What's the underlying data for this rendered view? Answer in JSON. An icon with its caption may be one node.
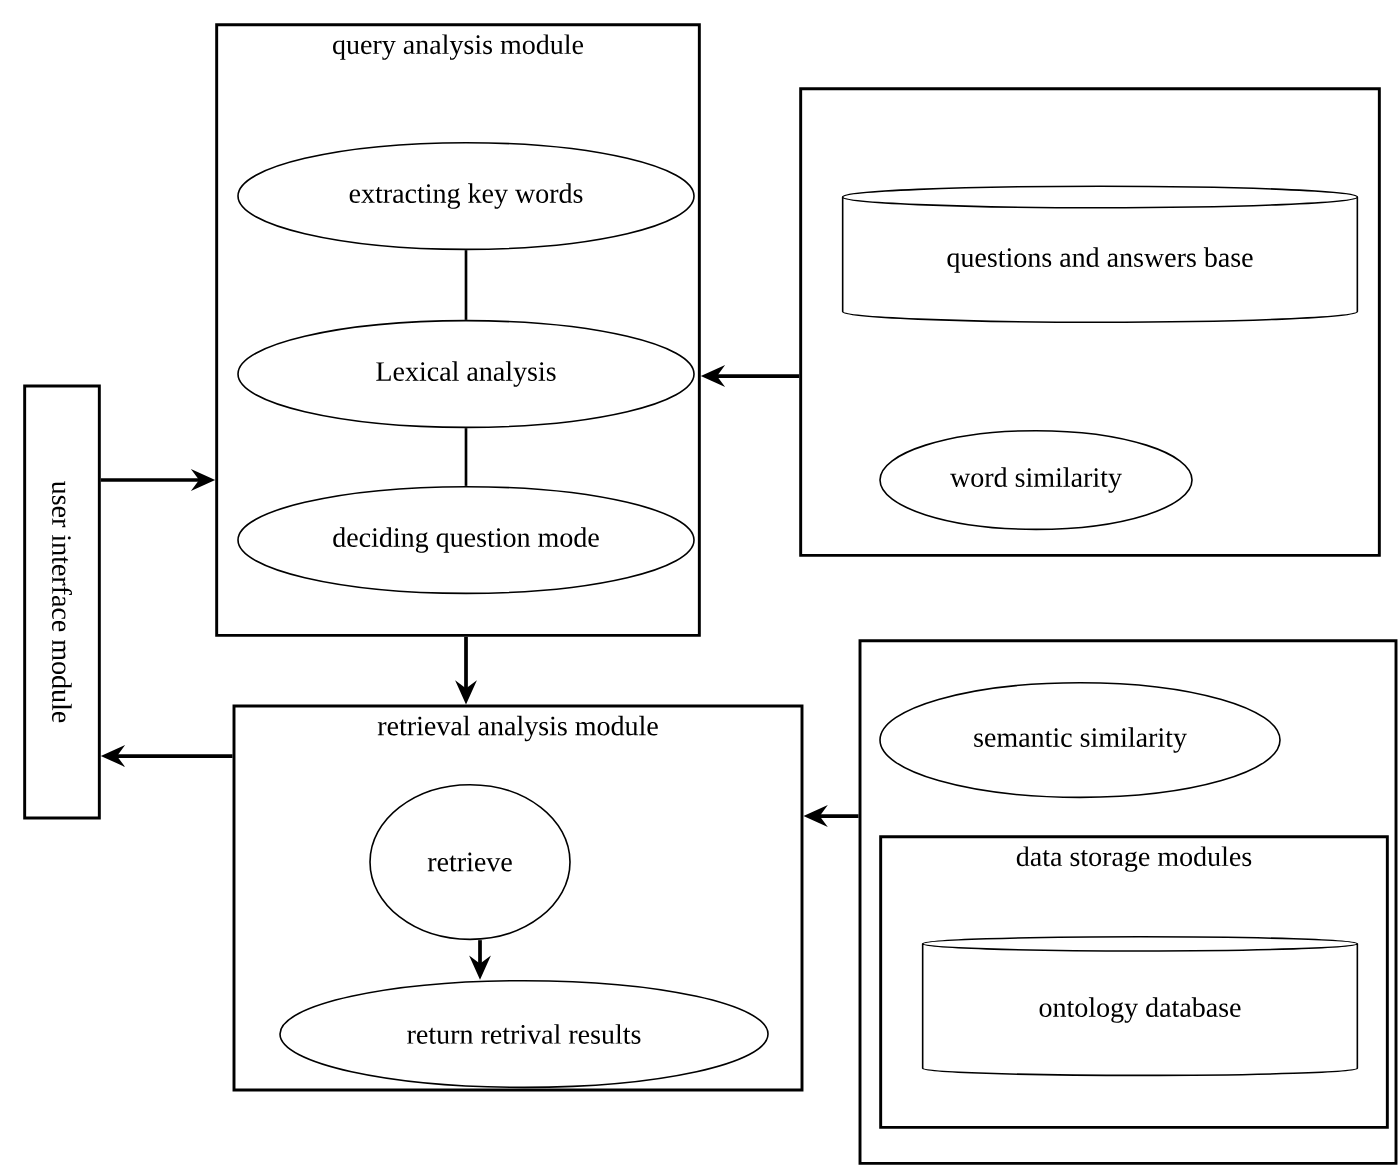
{
  "diagram": {
    "nodes": [
      {
        "text": [
          "query analysis module"
        ]
      },
      {
        "text": [
          "extracting key words"
        ],
        "in": 0
      },
      {
        "text": [
          "Lexical analysis"
        ],
        "in": 0
      },
      {
        "text": [
          "deciding question mode"
        ],
        "in": 0
      },
      {
        "text": [],
        "shape": "box"
      },
      {
        "text": [
          "questions and answers base"
        ],
        "in": 4
      },
      {
        "text": [
          "word similarity"
        ],
        "in": 4
      },
      {
        "text": [
          "user interface module"
        ]
      },
      {
        "text": [
          "retrieval analysis module"
        ]
      },
      {
        "text": [
          "retrieve"
        ],
        "in": 8
      },
      {
        "text": [
          "return retrival results"
        ],
        "in": 8
      },
      {
        "text": [],
        "shape": "box"
      },
      {
        "text": [
          "semantic similarity"
        ],
        "in": 11
      },
      {
        "text": [
          "data storage modules"
        ],
        "in": 11
      },
      {
        "text": [
          "ontology database"
        ],
        "in": 13
      }
    ],
    "edges": [
      {
        "from": 1,
        "to": 2,
        "arrow": "none"
      },
      {
        "from": 2,
        "to": 3,
        "arrow": "none"
      },
      {
        "from": 4,
        "to": 0,
        "arrow": "to"
      },
      {
        "from": 7,
        "to": 0,
        "arrow": "to"
      },
      {
        "from": 0,
        "to": 8,
        "arrow": "to"
      },
      {
        "from": 8,
        "to": 7,
        "arrow": "to"
      },
      {
        "from": 9,
        "to": 10,
        "arrow": "to"
      },
      {
        "from": 11,
        "to": 8,
        "arrow": "to"
      }
    ]
  }
}
